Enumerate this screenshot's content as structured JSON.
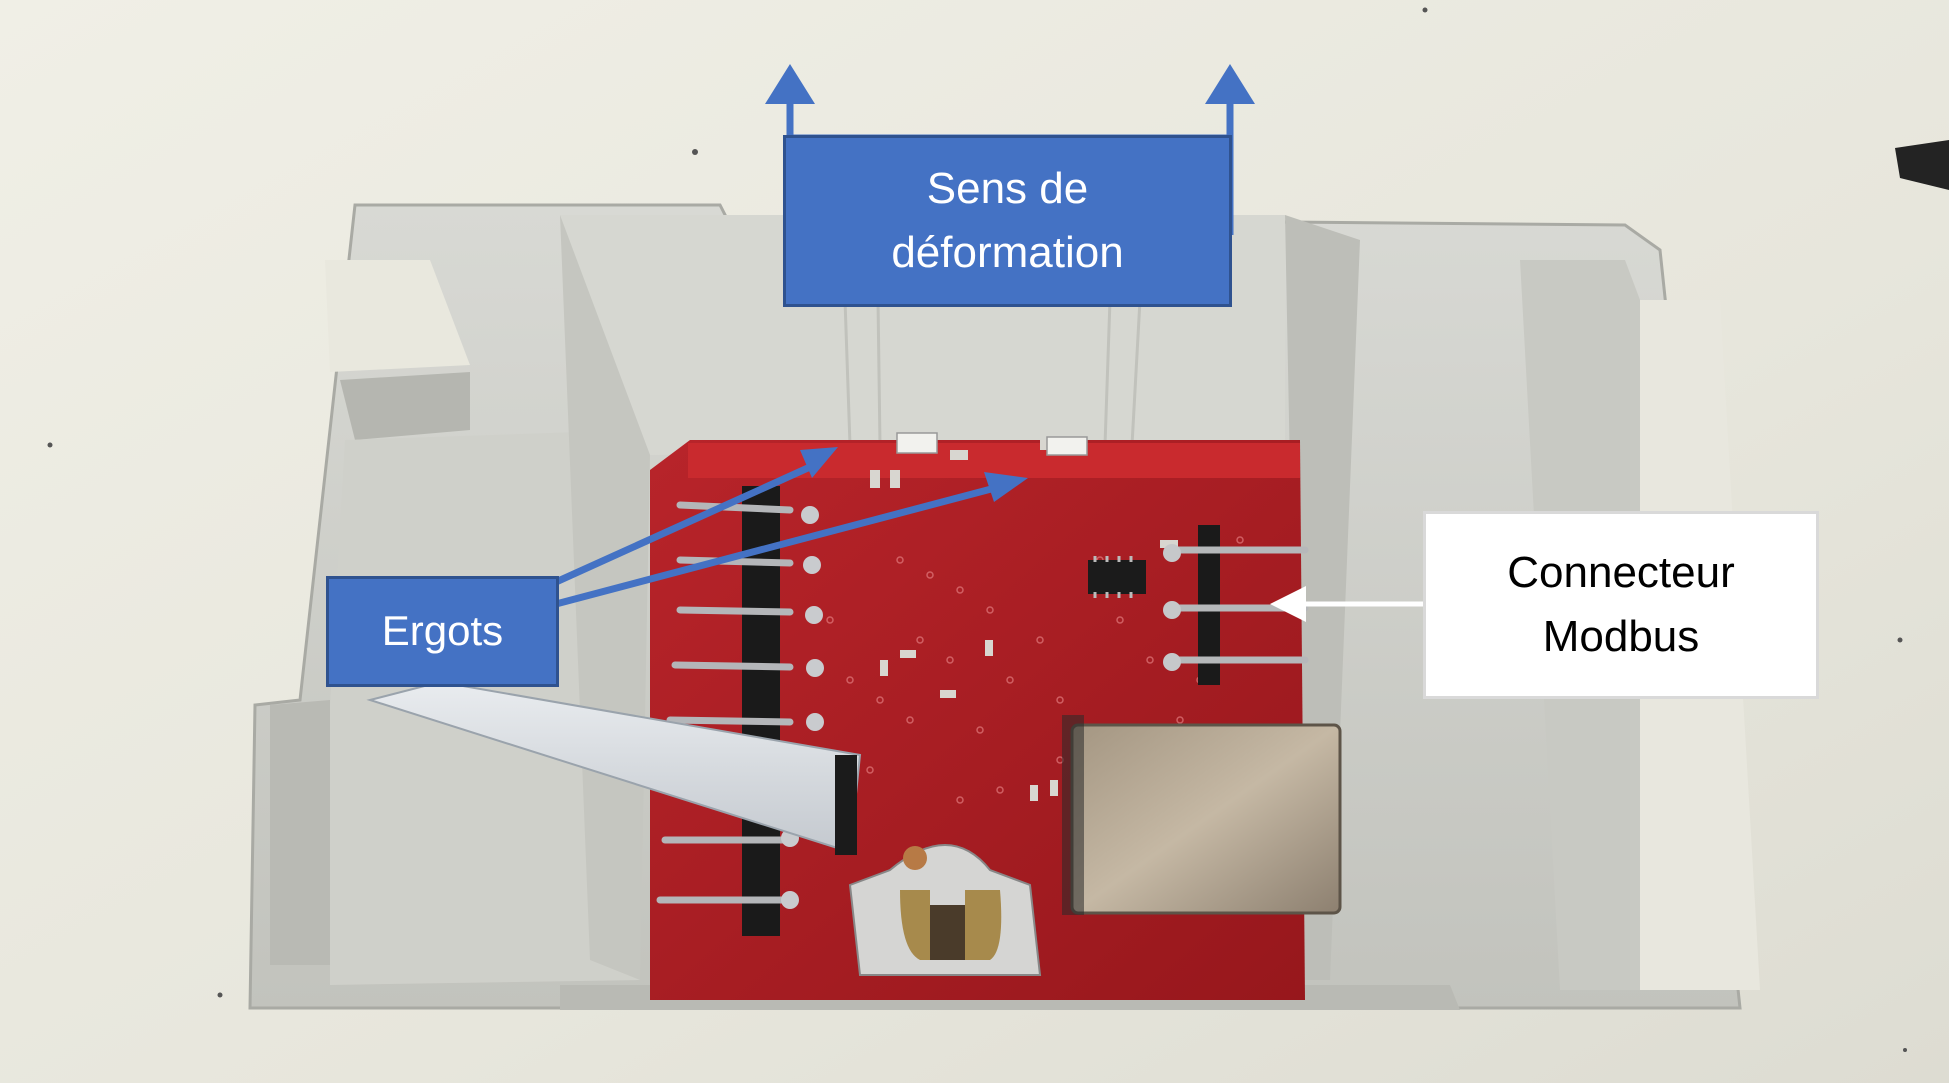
{
  "annotations": {
    "sens_label": [
      "Sens de",
      "déformation"
    ],
    "ergots_label": "Ergots",
    "modbus_label": [
      "Connecteur",
      "Modbus"
    ]
  },
  "colors": {
    "callout_blue": "#4472c4",
    "callout_blue_border": "#2f528f",
    "callout_white": "#ffffff",
    "pcb_red": "#b01e22",
    "enclosure_grey": "#cfd0c9",
    "background": "#ecebe1"
  },
  "icons": [
    "up-arrow-icon",
    "pointer-arrow-icon",
    "left-arrow-icon"
  ]
}
